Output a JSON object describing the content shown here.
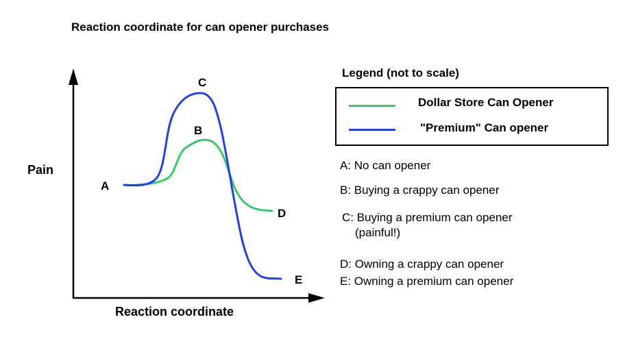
{
  "title": "Reaction coordinate for can opener purchases",
  "axes": {
    "ylabel": "Pain",
    "xlabel": "Reaction coordinate"
  },
  "points": {
    "A": "A",
    "B": "B",
    "C": "C",
    "D": "D",
    "E": "E"
  },
  "legend": {
    "title": "Legend (not to scale)",
    "items": [
      {
        "label": "Dollar Store Can Opener",
        "color": "#33cc66"
      },
      {
        "label": "\"Premium\" Can opener",
        "color": "#1f3ff0"
      }
    ]
  },
  "notes": {
    "A": "A: No can opener",
    "B": "B: Buying a crappy can opener",
    "C": "C: Buying a premium can opener",
    "C2": "(painful!)",
    "D": "D: Owning a crappy can opener",
    "E": "E: Owning a premium can opener"
  },
  "colors": {
    "axis": "#000000",
    "green_curve": "#33cc66",
    "blue_curve": "#1f3ff0"
  }
}
